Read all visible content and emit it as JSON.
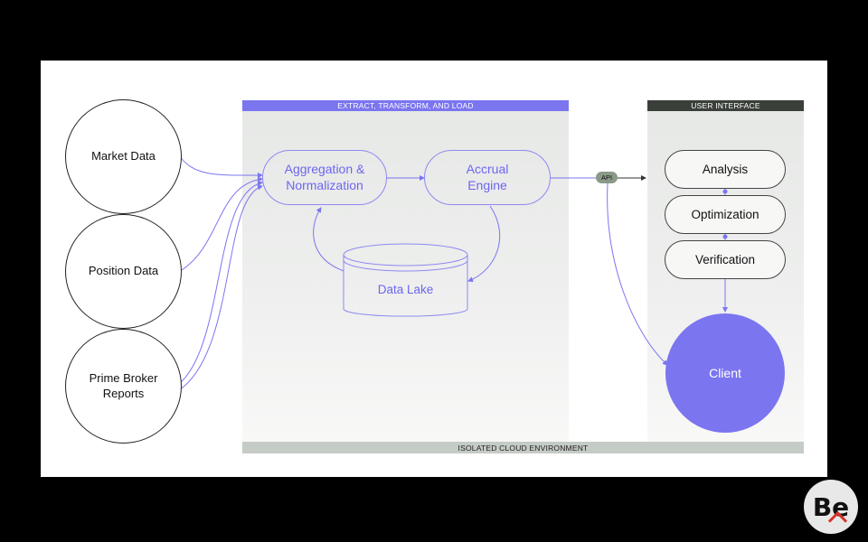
{
  "sections": {
    "etl_title": "EXTRACT, TRANSFORM, AND LOAD",
    "ui_title": "USER INTERFACE",
    "environment_title": "ISOLATED CLOUD ENVIRONMENT"
  },
  "sources": [
    {
      "label": "Market Data"
    },
    {
      "label": "Position Data"
    },
    {
      "label": "Prime Broker Reports"
    }
  ],
  "etl": {
    "aggregation": "Aggregation & Normalization",
    "accrual": "Accrual Engine",
    "datalake": "Data Lake"
  },
  "api": "API",
  "ui_items": [
    {
      "label": "Analysis"
    },
    {
      "label": "Optimization"
    },
    {
      "label": "Verification"
    }
  ],
  "client": "Client",
  "logo": {
    "text": "Be"
  },
  "colors": {
    "accent": "#7b75f0",
    "dark_bar": "#3a3f3a",
    "api_badge": "#8a9a88",
    "logo_chevron": "#d6322b"
  }
}
